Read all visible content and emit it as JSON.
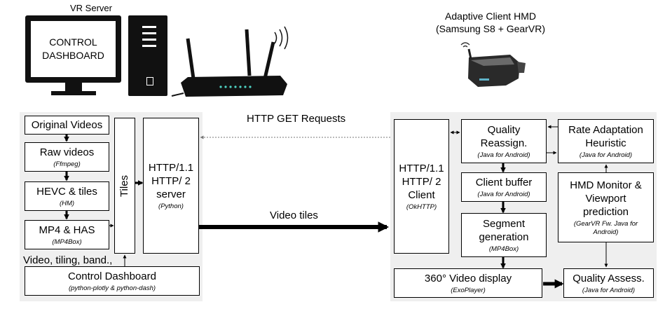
{
  "top": {
    "server_label": "VR Server",
    "monitor_text": [
      "CONTROL",
      "DASHBOARD"
    ],
    "hmd_title": [
      "Adaptive Client HMD",
      "(Samsung S8 + GearVR)"
    ]
  },
  "arrows": {
    "requests": "HTTP GET Requests",
    "tiles": "Video tiles"
  },
  "server": {
    "original": {
      "title": "Original Videos"
    },
    "raw": {
      "title": "Raw videos",
      "sub": "(Ffmpeg)"
    },
    "hevc": {
      "title": "HEVC & tiles",
      "sub": "(HM)"
    },
    "mp4": {
      "title": "MP4 & HAS",
      "sub": "(MP4Box)"
    },
    "tiles_label": "Tiles",
    "http": {
      "line1": "HTTP/1.1",
      "line2": "HTTP/ 2",
      "line3": "server",
      "sub": "(Python)"
    },
    "stats_label": "Video, tiling, band.,",
    "dashboard": {
      "title": "Control Dashboard",
      "sub": "(python-plotly & python-dash)"
    }
  },
  "client": {
    "http": {
      "line1": "HTTP/1.1",
      "line2": "HTTP/ 2",
      "line3": "Client",
      "sub": "(OkHTTP)"
    },
    "quality": {
      "line1": "Quality",
      "line2": "Reassign.",
      "sub": "(Java for Android)"
    },
    "rate": {
      "line1": "Rate Adaptation",
      "line2": "Heuristic",
      "sub": "(Java for Android)"
    },
    "buffer": {
      "title": "Client buffer",
      "sub": "(Java for Android)"
    },
    "hmd": {
      "line1": "HMD Monitor &",
      "line2": "Viewport",
      "line3": "prediction",
      "sub": "(GearVR Fw. Java for Android)"
    },
    "segment": {
      "line1": "Segment",
      "line2": "generation",
      "sub": "(MP4Box)"
    },
    "display": {
      "title": "360° Video display",
      "sub": "(ExoPlayer)"
    },
    "qa": {
      "title": "Quality Assess.",
      "sub": "(Java for Android)"
    }
  }
}
